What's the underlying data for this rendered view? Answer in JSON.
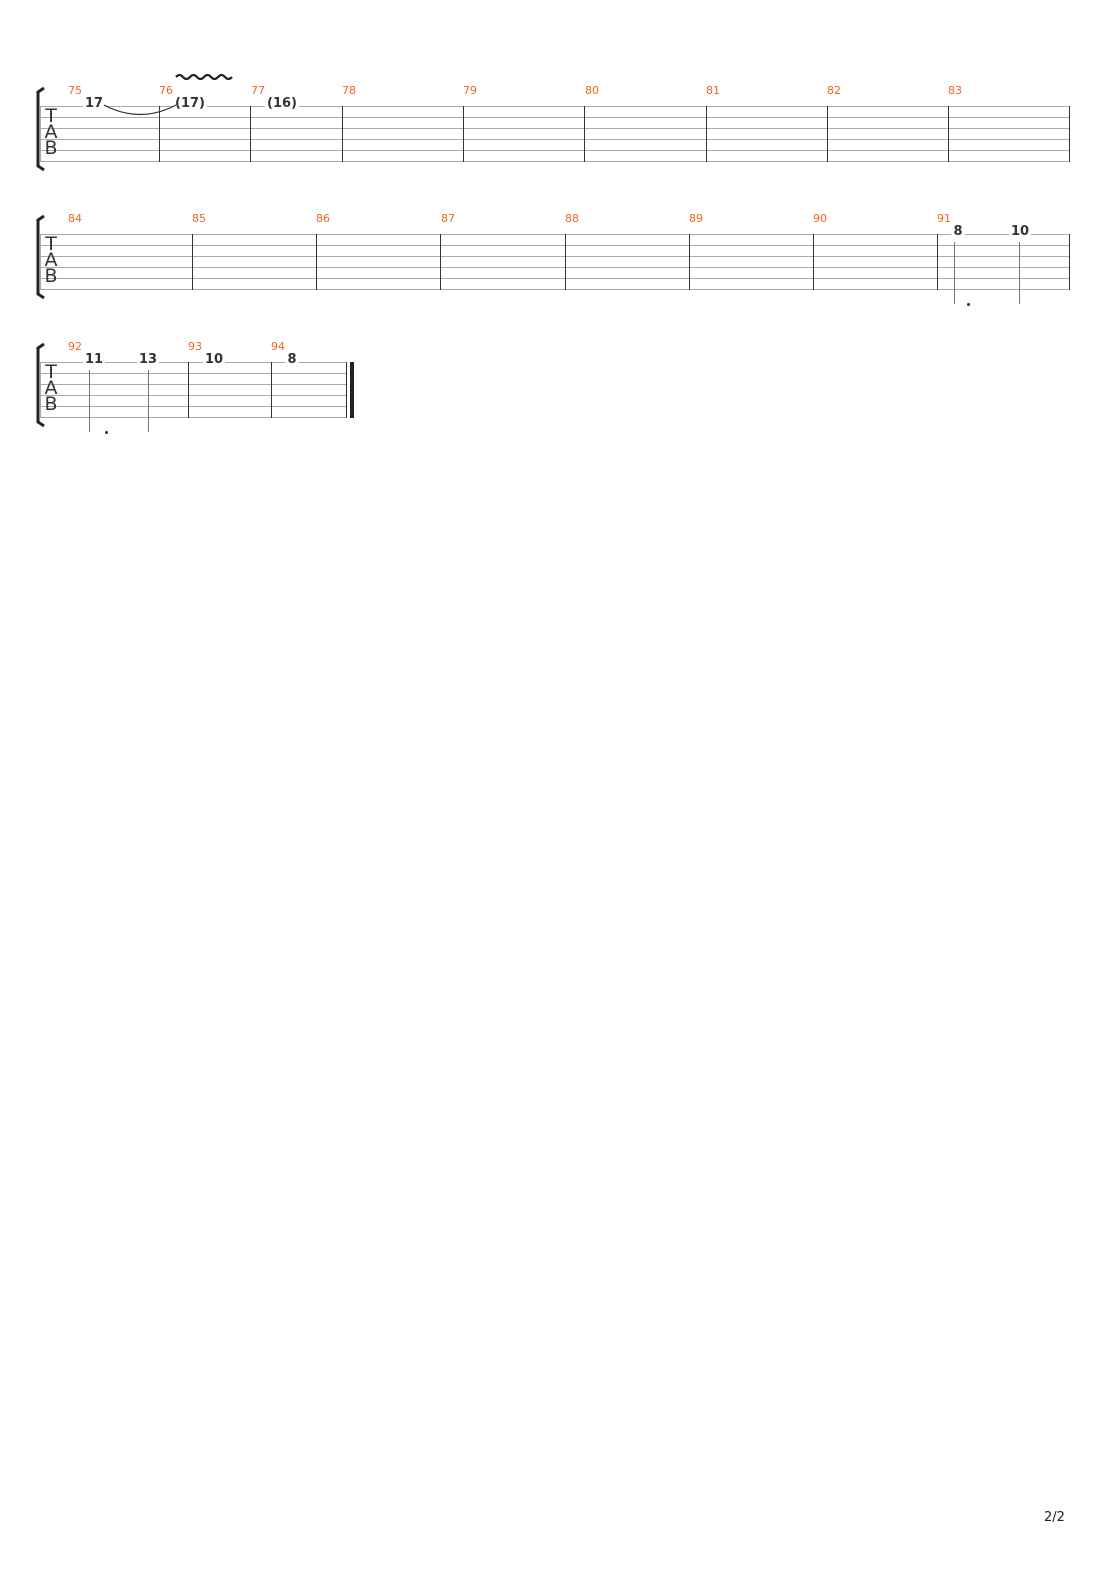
{
  "tab_clef": [
    "T",
    "A",
    "B"
  ],
  "systems": [
    {
      "measures": [
        "75",
        "76",
        "77",
        "78",
        "79",
        "80",
        "81",
        "82",
        "83"
      ],
      "notes": [
        "17",
        "(17)",
        "(16)"
      ],
      "effects": [
        "tie",
        "vibrato"
      ]
    },
    {
      "measures": [
        "84",
        "85",
        "86",
        "87",
        "88",
        "89",
        "90",
        "91"
      ],
      "notes": [
        "8",
        "10"
      ]
    },
    {
      "measures": [
        "92",
        "93",
        "94"
      ],
      "notes": [
        "11",
        "13",
        "10",
        "8"
      ]
    }
  ],
  "page_number": "2/2",
  "colors": {
    "measure_number": "#f26522",
    "staff": "#aaaaaa"
  }
}
